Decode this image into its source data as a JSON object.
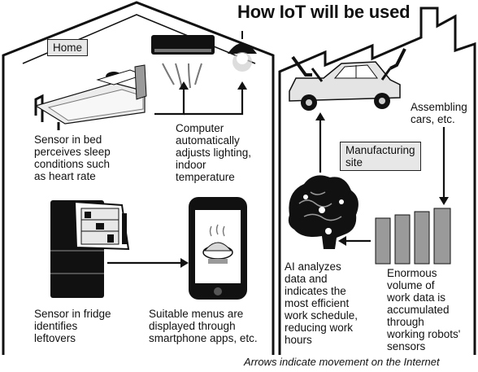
{
  "title": "How IoT will be used",
  "caption": "Arrows indicate movement on the Internet",
  "home": {
    "label": "Home",
    "bed_sensor_text": "Sensor in bed\nperceives sleep\nconditions such\nas heart rate",
    "computer_text": "Computer\nautomatically\nadjusts lighting,\nindoor\ntemperature",
    "fridge_text": "Sensor in fridge\nidentifies\nleftovers",
    "menus_text": "Suitable menus are\ndisplayed through\nsmartphone apps, etc."
  },
  "factory": {
    "label": "Manufacturing\nsite",
    "assembling_text": "Assembling\ncars, etc.",
    "ai_text": "AI analyzes\ndata and\nindicates the\nmost efficient\nwork schedule,\nreducing work\nhours",
    "data_text": "Enormous\nvolume of\nwork data is\naccumulated\nthrough\nworking robots'\nsensors"
  },
  "colors": {
    "line": "#111111",
    "house_fill": "#ffffff",
    "label_bg": "#e7e7e7",
    "gray": "#9a9a9a"
  }
}
